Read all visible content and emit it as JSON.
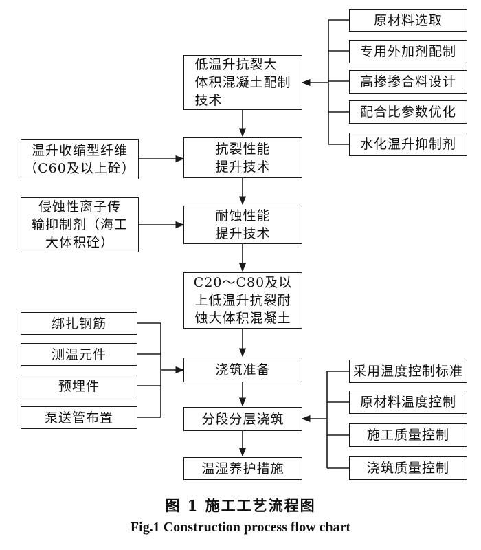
{
  "nodes": {
    "mix_design": "低温升抗裂大\n体积混凝土配制\n技术",
    "raw_material": "原材料选取",
    "admixture": "专用外加剂配制",
    "high_mineral": "高掺掺合料设计",
    "mix_ratio": "配合比参数优化",
    "hydration_inhibitor": "水化温升抑制剂",
    "crack_resistance": "抗裂性能\n提升技术",
    "fiber": "温升收缩型纤维\n（C60及以上砼）",
    "corrosion_resistance": "耐蚀性能\n提升技术",
    "ion_inhibitor": "侵蚀性离子传\n输抑制剂（海工\n大体积砼）",
    "product": "C20～C80及以\n上低温升抗裂耐\n蚀大体积混凝土",
    "rebar": "绑扎钢筋",
    "temp_element": "测温元件",
    "embedded": "预埋件",
    "pump_pipe": "泵送管布置",
    "pour_prep": "浇筑准备",
    "layered_pour": "分段分层浇筑",
    "curing": "温湿养护措施",
    "temp_standard": "采用温度控制标准",
    "raw_temp": "原材料温度控制",
    "construction_quality": "施工质量控制",
    "pour_quality": "浇筑质量控制"
  },
  "caption": {
    "cn": "图 1    施工工艺流程图",
    "en": "Fig.1    Construction process flow chart"
  }
}
